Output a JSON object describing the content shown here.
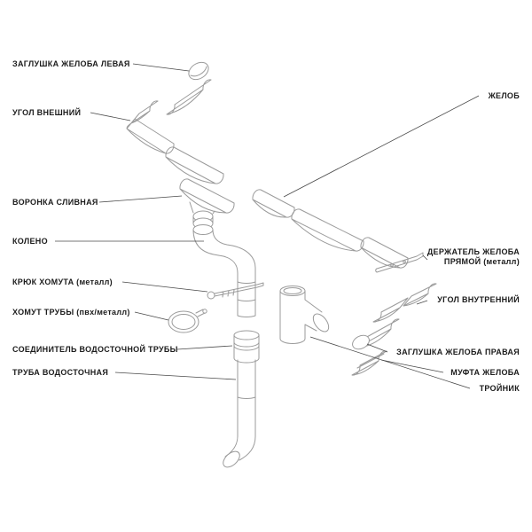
{
  "diagram_type": "exploded parts diagram of a rain gutter / downpipe system",
  "colors": {
    "background": "#ffffff",
    "part_line": "#9b9b9b",
    "leader_line": "#4a4a4a",
    "label_text": "#1c1c1c"
  },
  "labels": {
    "left": [
      {
        "text": "ЗАГЛУШКА ЖЕЛОБА ЛЕВАЯ"
      },
      {
        "text": "УГОЛ ВНЕШНИЙ"
      },
      {
        "text": "ВОРОНКА СЛИВНАЯ"
      },
      {
        "text": "КОЛЕНО"
      },
      {
        "text": "КРЮК ХОМУТА (металл)"
      },
      {
        "text": "ХОМУТ ТРУБЫ (пвх/металл)"
      },
      {
        "text": "СОЕДИНИТЕЛЬ ВОДОСТОЧНОЙ ТРУБЫ"
      },
      {
        "text": "ТРУБА ВОДОСТОЧНАЯ"
      }
    ],
    "right": [
      {
        "text": "ЖЕЛОБ"
      },
      {
        "line1": "ДЕРЖАТЕЛЬ ЖЕЛОБА",
        "line2": "ПРЯМОЙ (металл)"
      },
      {
        "text": "УГОЛ ВНУТРЕННИЙ"
      },
      {
        "text": "ЗАГЛУШКА ЖЕЛОБА ПРАВАЯ"
      },
      {
        "text": "МУФТА ЖЕЛОБА"
      },
      {
        "text": "ТРОЙНИК"
      }
    ]
  }
}
